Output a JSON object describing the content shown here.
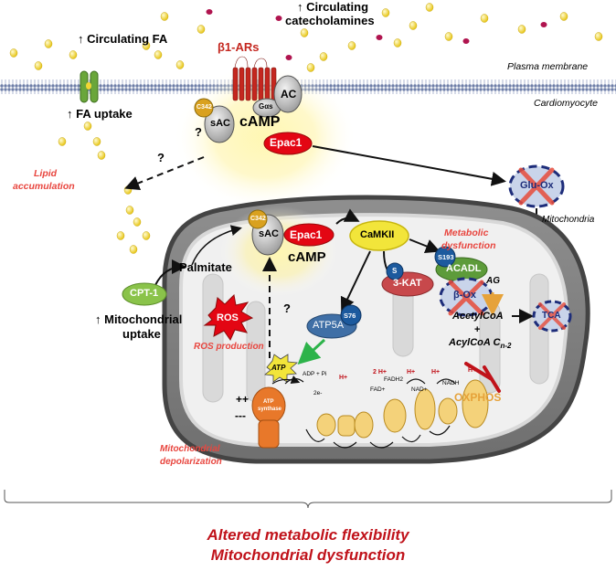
{
  "labels": {
    "circulating_fa": "↑ Circulating FA",
    "circulating_catecholamines_1": "↑ Circulating",
    "circulating_catecholamines_2": "catecholamines",
    "plasma_membrane": "Plasma membrane",
    "cardiomyocyte": "Cardiomyocyte",
    "fa_uptake": "↑ FA uptake",
    "beta1_ars": "β1-ARs",
    "g_alpha_s": "Gαs",
    "ac": "AC",
    "sac": "sAC",
    "c342": "C342",
    "camp": "cAMP",
    "epac1": "Epac1",
    "question": "?",
    "lipid_accumulation_1": "Lipid",
    "lipid_accumulation_2": "accumulation",
    "glu_ox": "Glu-Ox",
    "mitochondria": "Mitochondria",
    "camkii": "CaMKII",
    "metabolic_dysfunction_1": "Metabolic",
    "metabolic_dysfunction_2": "dysfunction",
    "s193": "S193",
    "s": "S",
    "acadl": "ACADL",
    "three_kat": "3-KAT",
    "ag": "AG",
    "beta_ox": "β-Ox",
    "tca": "TCA",
    "acetylcoa": "AcetylCoA",
    "plus": "+",
    "acylcoa": "AcylCoA C",
    "acylcoa_sub": "n-2",
    "palmitate": "Palmitate",
    "cpt1": "CPT-1",
    "mito_uptake_1": "↑ Mitochondrial",
    "mito_uptake_2": "uptake",
    "ros": "ROS",
    "ros_production": "ROS production",
    "atp5a": "ATP5A",
    "s76": "S76",
    "atp": "ATP",
    "adp_pi": "ADP + Pi",
    "h_plus": "H+",
    "two_h_plus": "2 H+",
    "fadh2": "FADH2",
    "fad": "FAD+",
    "nad": "NAD+",
    "nadh": "NADH",
    "two_e": "2e-",
    "atp_synthase_1": "ATP",
    "atp_synthase_2": "synthase",
    "oxphos": "OXPHOS",
    "plusplus": "++",
    "minusminus": "---",
    "mito_depol_1": "Mitochondrial",
    "mito_depol_2": "depolarization"
  },
  "caption": {
    "line1": "Altered metabolic flexibility",
    "line2": "Mitochondrial dysfunction"
  },
  "colors": {
    "red_label": "#e8463f",
    "caption": "#c0121a",
    "receptor": "#c4271f",
    "epac": "#e30613",
    "fa_particle": "#f2d634",
    "catecholamine": "#b0144f",
    "membrane": "#6f7fa8",
    "mito_outer": "#5a5a5a",
    "mito_inner": "#8c8c8c",
    "cpt1": "#8ac34a",
    "acadl": "#5d9b3a",
    "three_kat": "#c7484b",
    "atp5a": "#3f6fa6",
    "blue_badge": "#1c5a9e",
    "camkii": "#f2e53a",
    "oxphos": "#e6a23a",
    "atp_synthase": "#e8782a",
    "dashed_circle": "#1e2d7a",
    "cross": "#e74c3c",
    "arrow_green": "#2db34a",
    "inhibitor": "#c0121a"
  }
}
